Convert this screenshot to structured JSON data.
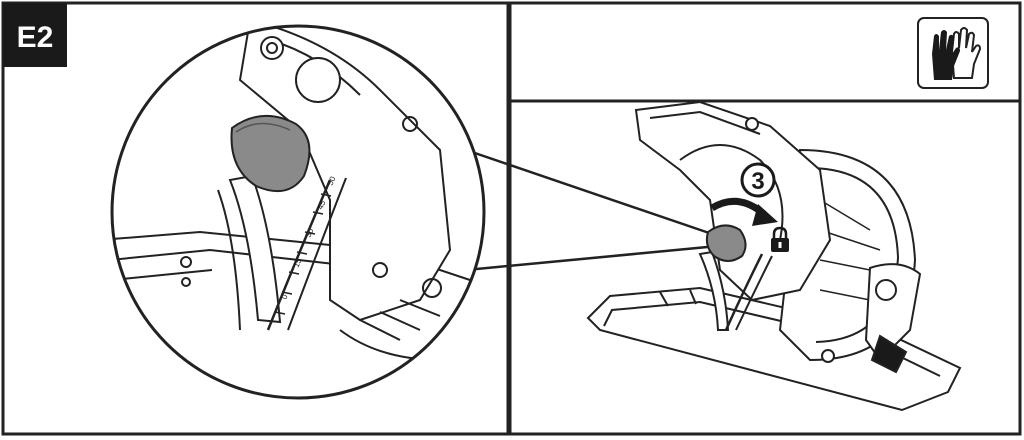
{
  "figure": {
    "label": "E2",
    "step_number": "3",
    "scale_marks": [
      "0",
      "15",
      "30",
      "45",
      "50"
    ],
    "icons": {
      "gloves": "gloves-icon",
      "lock": "lock-icon",
      "rotate_arrow": "rotate-arrow-icon"
    },
    "colors": {
      "line": "#222222",
      "knob": "#8a8a8a",
      "label_bg": "#1a1a1a",
      "label_text": "#ffffff"
    }
  }
}
